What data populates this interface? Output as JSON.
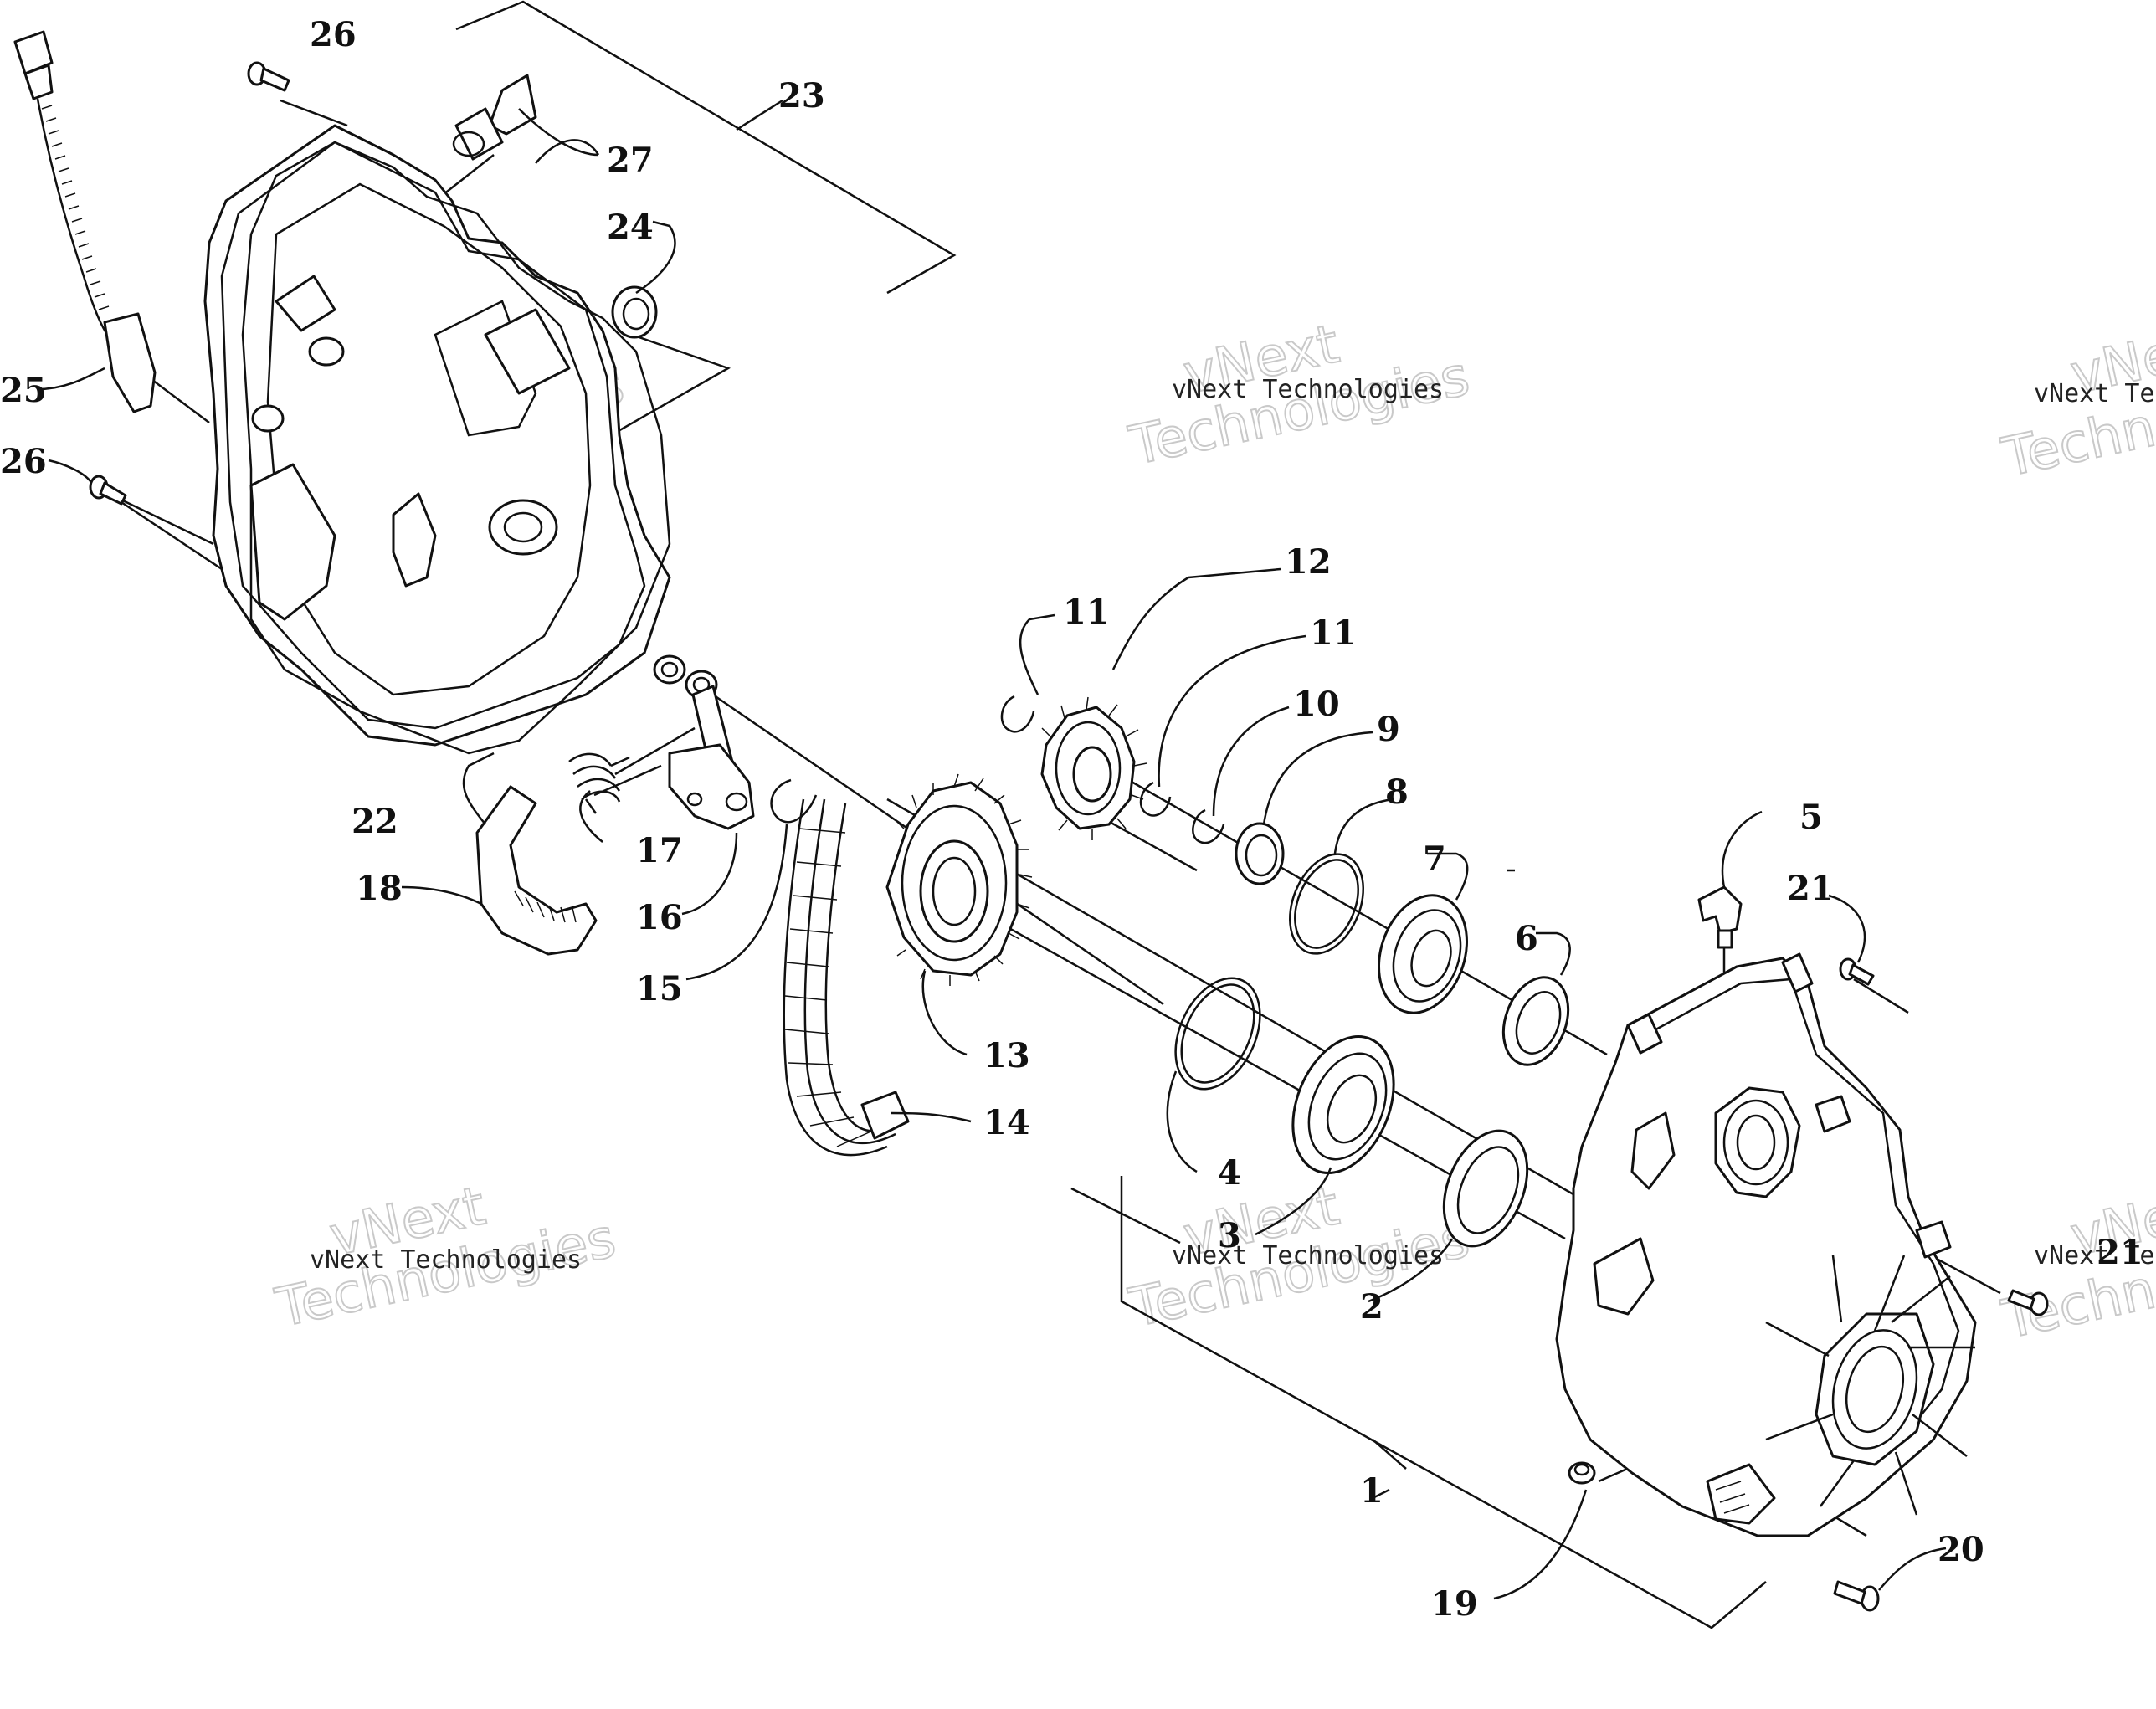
{
  "callouts": [
    {
      "id": "c1",
      "text": "1"
    },
    {
      "id": "c2",
      "text": "2"
    },
    {
      "id": "c3",
      "text": "3"
    },
    {
      "id": "c4",
      "text": "4"
    },
    {
      "id": "c5",
      "text": "5"
    },
    {
      "id": "c6",
      "text": "6"
    },
    {
      "id": "c7",
      "text": "7"
    },
    {
      "id": "c8",
      "text": "8"
    },
    {
      "id": "c9",
      "text": "9"
    },
    {
      "id": "c10",
      "text": "10"
    },
    {
      "id": "c11a",
      "text": "11"
    },
    {
      "id": "c11b",
      "text": "11"
    },
    {
      "id": "c12",
      "text": "12"
    },
    {
      "id": "c13",
      "text": "13"
    },
    {
      "id": "c14",
      "text": "14"
    },
    {
      "id": "c15",
      "text": "15"
    },
    {
      "id": "c16",
      "text": "16"
    },
    {
      "id": "c17",
      "text": "17"
    },
    {
      "id": "c18",
      "text": "18"
    },
    {
      "id": "c19",
      "text": "19"
    },
    {
      "id": "c20",
      "text": "20"
    },
    {
      "id": "c21a",
      "text": "21"
    },
    {
      "id": "c21b",
      "text": "21"
    },
    {
      "id": "c22",
      "text": "22"
    },
    {
      "id": "c23",
      "text": "23"
    },
    {
      "id": "c24",
      "text": "24"
    },
    {
      "id": "c25",
      "text": "25"
    },
    {
      "id": "c26a",
      "text": "26"
    },
    {
      "id": "c26b",
      "text": "26"
    },
    {
      "id": "c27",
      "text": "27"
    }
  ],
  "watermark": {
    "line1": "vNext",
    "line2": "Technologies",
    "small": "vNext Technologies",
    "small_cut": "vNext Tec",
    "big_cut": "Techno",
    "big_cut_b": "vNe"
  }
}
